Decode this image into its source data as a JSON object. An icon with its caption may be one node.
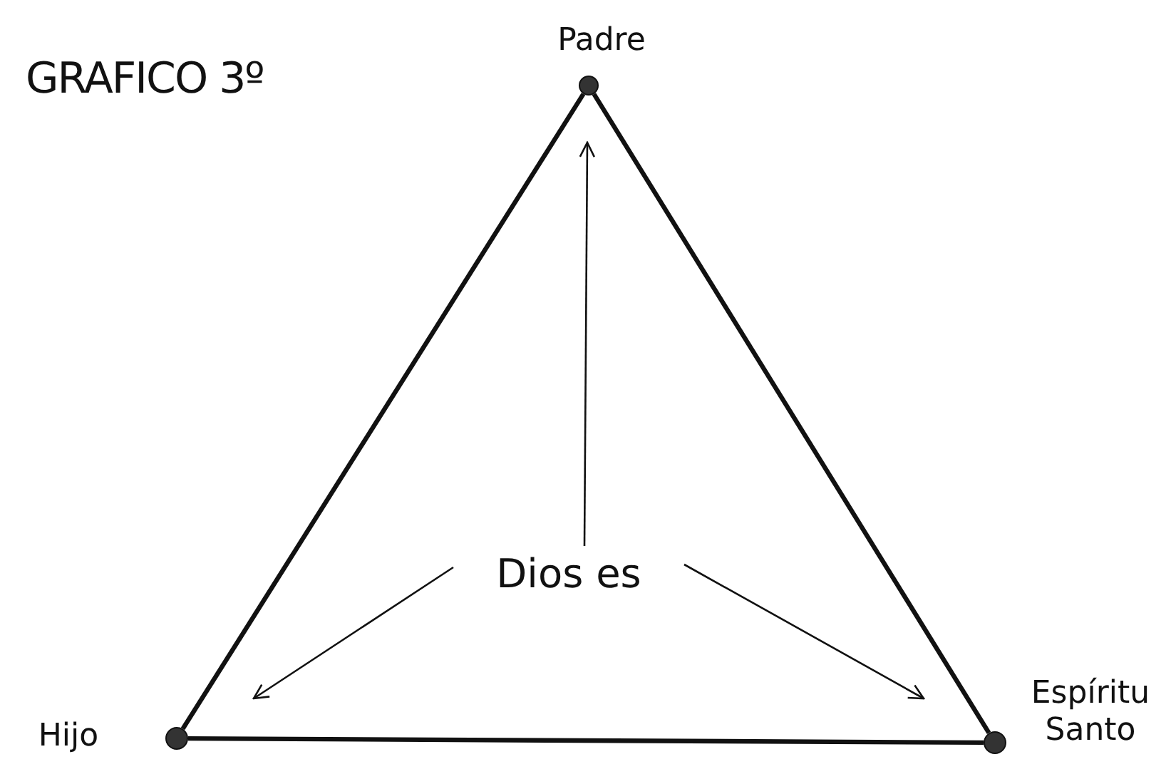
{
  "diagram": {
    "title": "GRAFICO 3º",
    "nodes": [
      {
        "text": [],
        "shape": "circle",
        "beside": [
          "Padre"
        ]
      },
      {
        "text": [
          "Dios es"
        ]
      },
      {
        "text": [],
        "shape": "circle",
        "beside": [
          "Hijo"
        ]
      },
      {
        "text": [],
        "shape": "circle",
        "beside": [
          "Espíritu Santo"
        ]
      }
    ],
    "edges": [
      {
        "from": 0,
        "to": 2,
        "arrow": "none",
        "style": "thick"
      },
      {
        "from": 0,
        "to": 3,
        "arrow": "none",
        "style": "thick"
      },
      {
        "from": 2,
        "to": 3,
        "arrow": "none",
        "style": "thick"
      },
      {
        "from": 1,
        "to": 0,
        "arrow": "to"
      },
      {
        "from": 1,
        "to": 2,
        "arrow": "to"
      },
      {
        "from": 1,
        "to": 3,
        "arrow": "to"
      }
    ]
  }
}
